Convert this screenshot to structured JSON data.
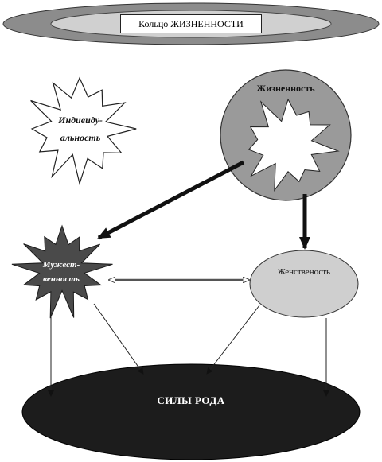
{
  "ring": {
    "title": "Кольцо ЖИЗНЕННОСТИ"
  },
  "nodes": {
    "individuality": {
      "line1": "Индивиду-",
      "line2": "альность"
    },
    "vitality": {
      "label": "Жизненность"
    },
    "masculinity": {
      "line1": "Мужест-",
      "line2": "венность"
    },
    "femininity": {
      "label": "Женственость"
    },
    "ancestral_forces": {
      "label": "СИЛЫ РОДА"
    }
  },
  "colors": {
    "ring_outer": "#8c8c8c",
    "ring_inner": "#d0d0d0",
    "vitality_circle": "#9a9a9a",
    "femininity_ellipse": "#cfcfcf",
    "masculinity_star": "#4a4a4a",
    "ancestral_ellipse": "#1c1c1c",
    "arrow": "#111111"
  },
  "icons": {
    "individuality": "white-burst-star",
    "vitality_inner": "white-burst-star",
    "masculinity": "dark-burst-star"
  }
}
